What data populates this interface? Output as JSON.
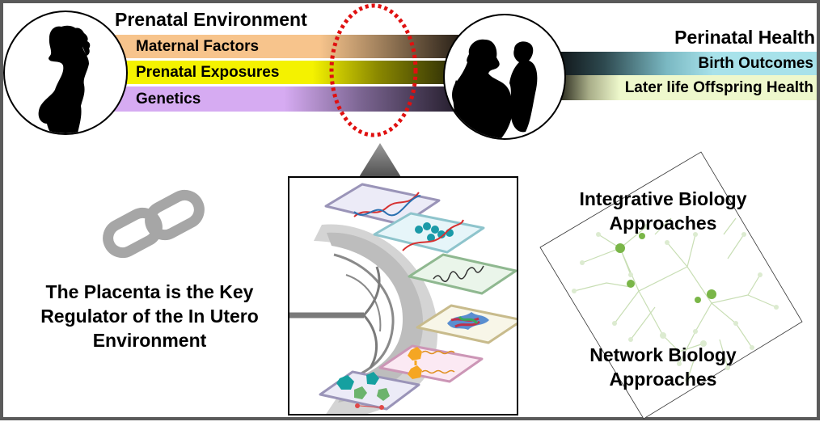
{
  "figure": {
    "left_group": {
      "title": "Prenatal Environment",
      "bands": [
        {
          "label": "Maternal Factors",
          "color": "#f7c48c"
        },
        {
          "label": "Prenatal Exposures",
          "color": "#f4f200"
        },
        {
          "label": "Genetics",
          "color": "#d6abf2"
        }
      ],
      "icon": "pregnant-woman-silhouette-icon"
    },
    "right_group": {
      "title": "Perinatal Health",
      "bands": [
        {
          "label": "Birth Outcomes",
          "color": "#a8e2ea"
        },
        {
          "label": "Later life Offspring Health",
          "color": "#eef8cc"
        }
      ],
      "icon": "mother-child-silhouette-icon"
    },
    "highlight": {
      "style": "red-dotted-ellipse",
      "color": "#e01010"
    },
    "placenta_statement": "The Placenta is the Key Regulator of the In Utero Environment",
    "placenta_statement_lines": [
      "The Placenta is the Key",
      "Regulator of the In Utero",
      "Environment"
    ],
    "omics_layers": [
      {
        "name": "genome",
        "fill": "#ecebf7",
        "stroke": "#9a94b8"
      },
      {
        "name": "epigenome",
        "fill": "#e6f5f9",
        "stroke": "#8ec4cc"
      },
      {
        "name": "transcriptome",
        "fill": "#eaf5ea",
        "stroke": "#8fb890"
      },
      {
        "name": "proteome",
        "fill": "#f8f6e8",
        "stroke": "#c8bb8c"
      },
      {
        "name": "lipidome",
        "fill": "#fbe9f3",
        "stroke": "#cc96b6"
      },
      {
        "name": "metabolome",
        "fill": "#ecebf7",
        "stroke": "#9a94b8"
      }
    ],
    "network": {
      "label_top_lines": [
        "Integrative Biology",
        "Approaches"
      ],
      "label_bottom_lines": [
        "Network Biology",
        "Approaches"
      ],
      "node_color": "#7ab648",
      "edge_color": "#c8deb4"
    },
    "link_icon_color": "#a6a6a6",
    "frame_color": "#5a5a5a"
  }
}
